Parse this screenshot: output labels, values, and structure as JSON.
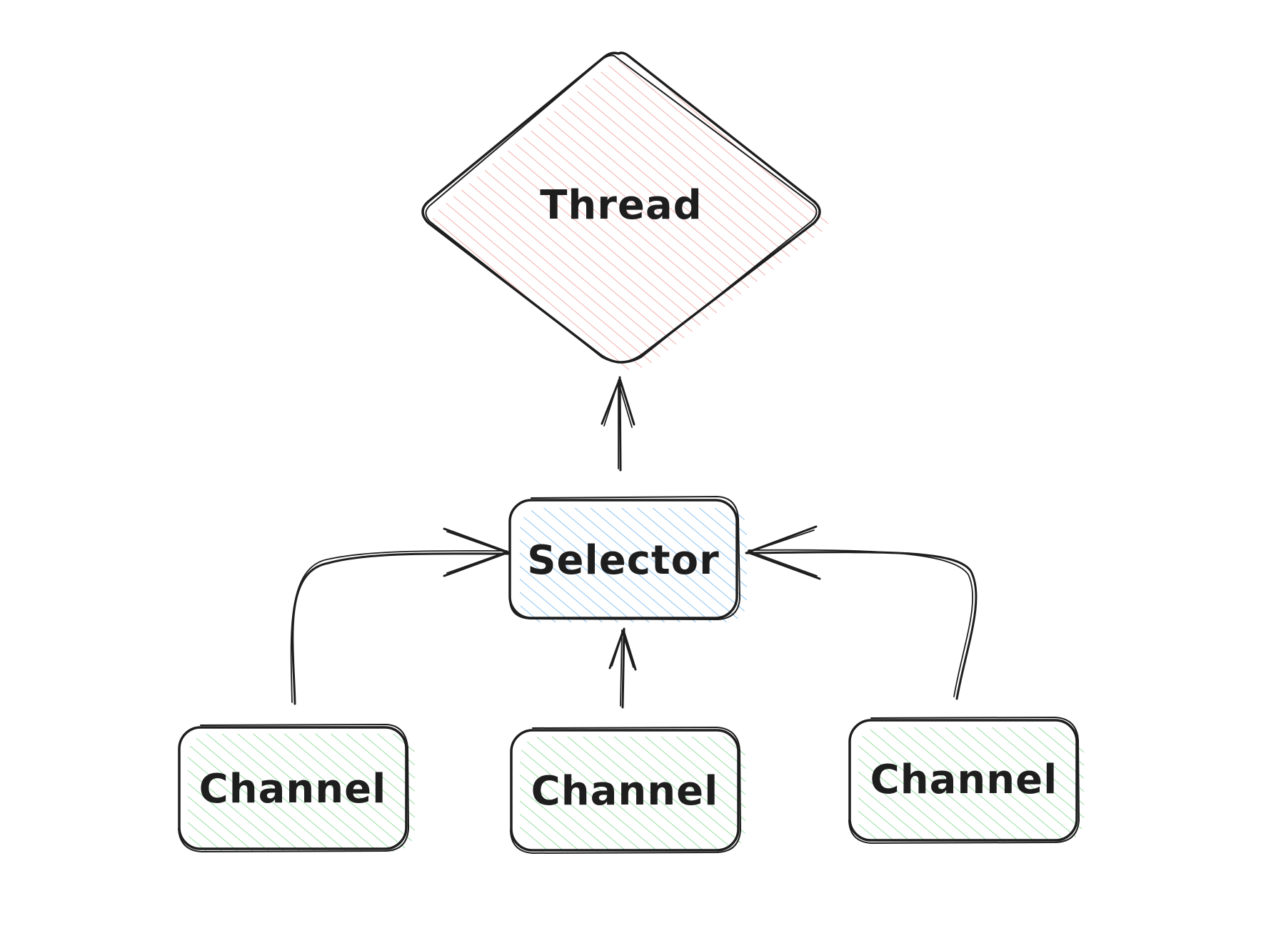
{
  "nodes": {
    "thread": {
      "label": "Thread",
      "fill": "#ffc9c9",
      "hatch": "#f4a0a0"
    },
    "selector": {
      "label": "Selector",
      "fill": "#a5d8ff",
      "hatch": "#74b8f0"
    },
    "channel_left": {
      "label": "Channel",
      "fill": "#b2f2bb",
      "hatch": "#86dc92"
    },
    "channel_middle": {
      "label": "Channel",
      "fill": "#b2f2bb",
      "hatch": "#86dc92"
    },
    "channel_right": {
      "label": "Channel",
      "fill": "#b2f2bb",
      "hatch": "#86dc92"
    }
  },
  "edges": [
    {
      "from": "selector",
      "to": "thread"
    },
    {
      "from": "channel_left",
      "to": "selector"
    },
    {
      "from": "channel_middle",
      "to": "selector"
    },
    {
      "from": "channel_right",
      "to": "selector"
    }
  ],
  "colors": {
    "stroke": "#1e1e1e",
    "background": "#ffffff"
  }
}
